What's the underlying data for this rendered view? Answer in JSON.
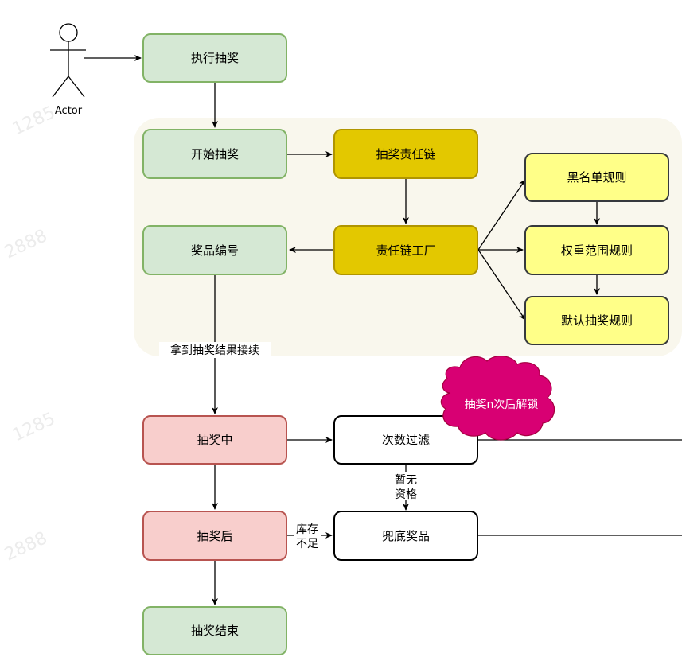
{
  "actor": {
    "label": "Actor"
  },
  "boxes": {
    "exec": "执行抽奖",
    "start": "开始抽奖",
    "chain": "抽奖责任链",
    "factory": "责任链工厂",
    "prize_id": "奖品编号",
    "blacklist": "黑名单规则",
    "weight": "权重范围规则",
    "default": "默认抽奖规则",
    "in_progress": "抽奖中",
    "count_filter": "次数过滤",
    "after": "抽奖后",
    "fallback": "兜底奖品",
    "end": "抽奖结束"
  },
  "edge_labels": {
    "get_result": "拿到抽奖结果接续",
    "no_qual_1": "暂无",
    "no_qual_2": "资格",
    "stock_1": "库存",
    "stock_2": "不足"
  },
  "cloud": {
    "label": "抽奖n次后解锁"
  },
  "watermarks": [
    "1285",
    "2888",
    "1285",
    "2888"
  ],
  "colors": {
    "green_fill": "#d5e8d4",
    "green_stroke": "#82b366",
    "gold_fill": "#e3c800",
    "gold_stroke": "#b09500",
    "yellow_fill": "#ffff88",
    "yellow_stroke": "#36393d",
    "red_fill": "#f8cecc",
    "red_stroke": "#b85450",
    "cloud_fill": "#d80073",
    "region_fill": "#f9f7ed"
  }
}
